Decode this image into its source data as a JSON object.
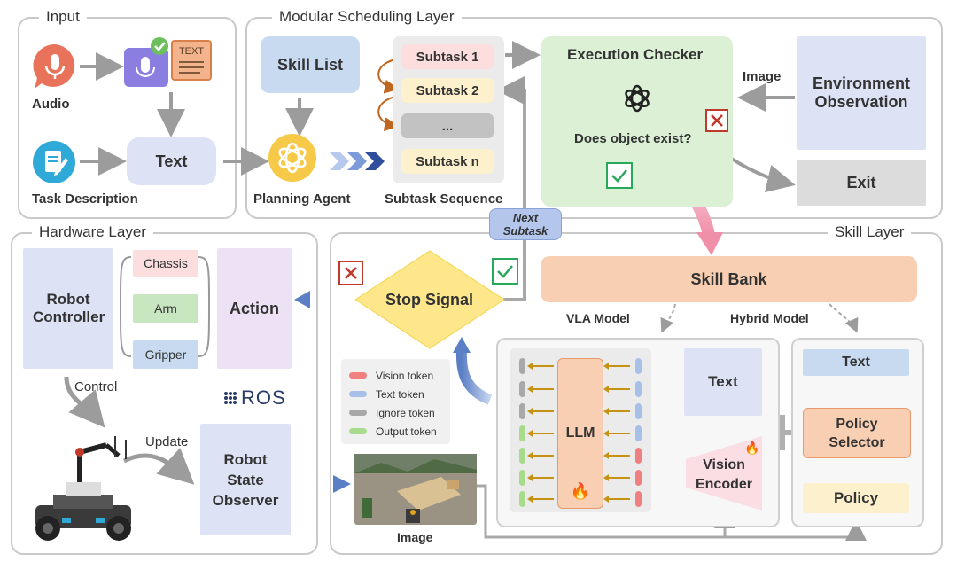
{
  "panels": {
    "input": "Input",
    "scheduling": "Modular Scheduling Layer",
    "hardware": "Hardware Layer",
    "skill": "Skill Layer"
  },
  "input": {
    "audio_label": "Audio",
    "text_icon_label": "TEXT",
    "text_box": "Text",
    "task_description": "Task Description"
  },
  "scheduling": {
    "skill_list": "Skill List",
    "planning_agent": "Planning Agent",
    "subtasks": [
      "Subtask 1",
      "Subtask 2",
      "...",
      "Subtask n"
    ],
    "subtask_sequence": "Subtask Sequence",
    "execution_checker": "Execution Checker",
    "question": "Does object exist?",
    "image_label": "Image",
    "environment_observation": "Environment Observation",
    "exit": "Exit",
    "next_subtask": "Next Subtask"
  },
  "hardware": {
    "robot_controller": "Robot Controller",
    "parts": [
      "Chassis",
      "Arm",
      "Gripper"
    ],
    "action": "Action",
    "ros": "ROS",
    "control": "Control",
    "update": "Update",
    "robot_state_observer": "Robot State Observer"
  },
  "skill": {
    "stop_signal": "Stop Signal",
    "skill_bank": "Skill Bank",
    "vla_model": "VLA Model",
    "hybrid_model": "Hybrid Model",
    "legend": [
      "Vision token",
      "Text token",
      "Ignore token",
      "Output token"
    ],
    "llm": "LLM",
    "text_box": "Text",
    "vision_encoder": "Vision Encoder",
    "image_label": "Image",
    "hybrid_text": "Text",
    "policy_selector": "Policy Selector",
    "policy": "Policy"
  },
  "colors": {
    "vision_token": "#f08080",
    "text_token": "#a8c0e8",
    "ignore_token": "#a8a8a8",
    "output_token": "#a8dc8c",
    "arrow_blue": "#5b7fc4",
    "arrow_pink": "#f08fa8",
    "skill_bank": "#f8cfb2",
    "checker_bg": "#dcf0d6"
  }
}
